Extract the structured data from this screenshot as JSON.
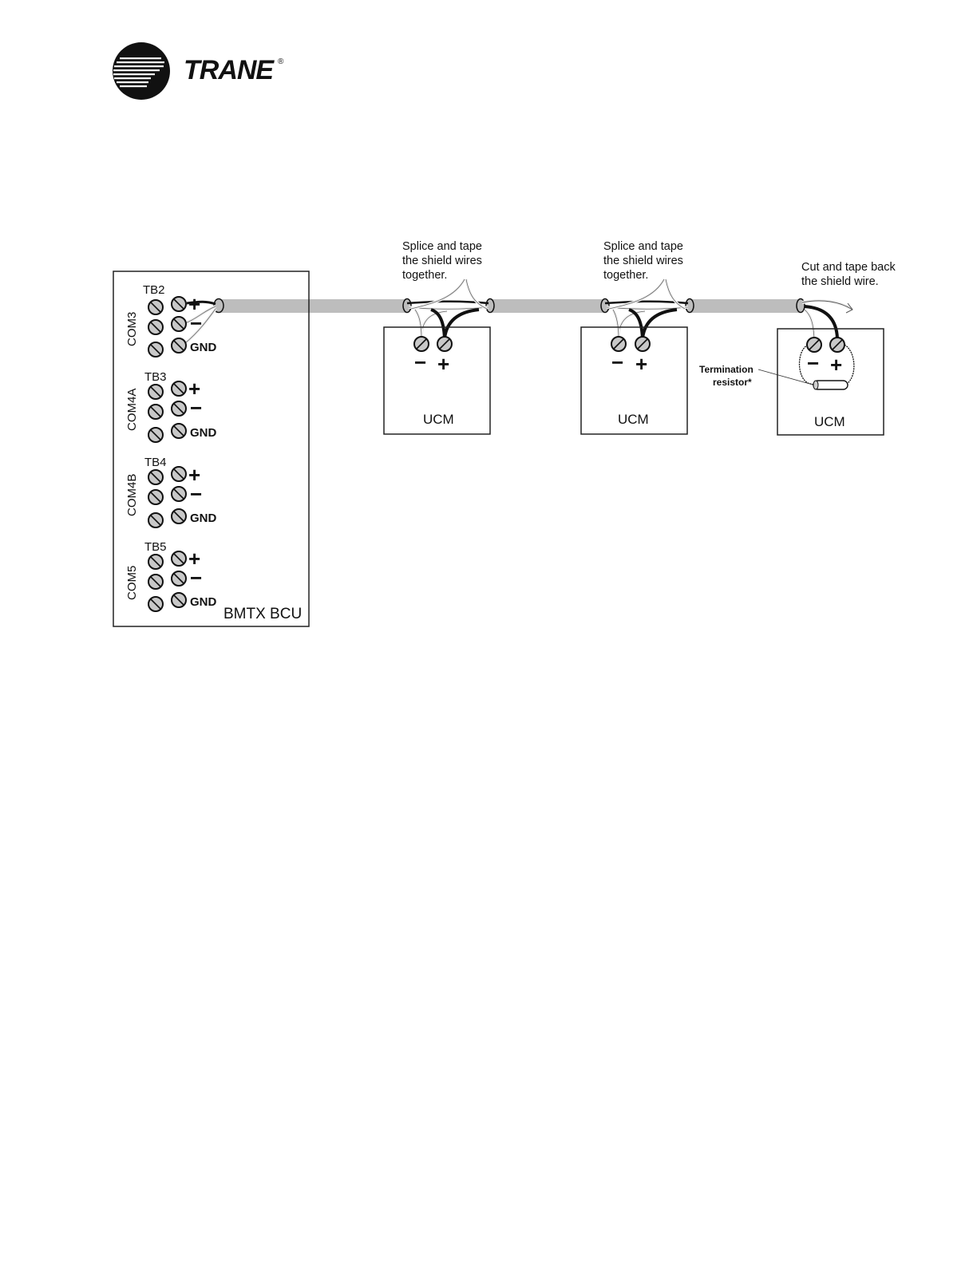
{
  "brand": {
    "name": "TRANE",
    "registered": "®"
  },
  "bcu": {
    "name": "BMTX BCU",
    "ports": [
      {
        "port": "COM3",
        "block": "TB2",
        "terms": [
          "+",
          "−",
          "GND"
        ]
      },
      {
        "port": "COM4A",
        "block": "TB3",
        "terms": [
          "+",
          "−",
          "GND"
        ]
      },
      {
        "port": "COM4B",
        "block": "TB4",
        "terms": [
          "+",
          "−",
          "GND"
        ]
      },
      {
        "port": "COM5",
        "block": "TB5",
        "terms": [
          "+",
          "−",
          "GND"
        ]
      }
    ]
  },
  "ucms": [
    {
      "label": "UCM",
      "minus": "−",
      "plus": "+"
    },
    {
      "label": "UCM",
      "minus": "−",
      "plus": "+"
    },
    {
      "label": "UCM",
      "minus": "−",
      "plus": "+"
    }
  ],
  "notes": {
    "splice_1": [
      "Splice and tape",
      "the shield wires",
      "together."
    ],
    "splice_2": [
      "Splice and tape",
      "the shield wires",
      "together."
    ],
    "cut": [
      "Cut and tape back",
      "the shield wire."
    ],
    "termination": [
      "Termination",
      "resistor*"
    ]
  },
  "colors": {
    "cable": "#bdbdbd",
    "wire_dark": "#111111",
    "screw": "#c8c8c8"
  }
}
